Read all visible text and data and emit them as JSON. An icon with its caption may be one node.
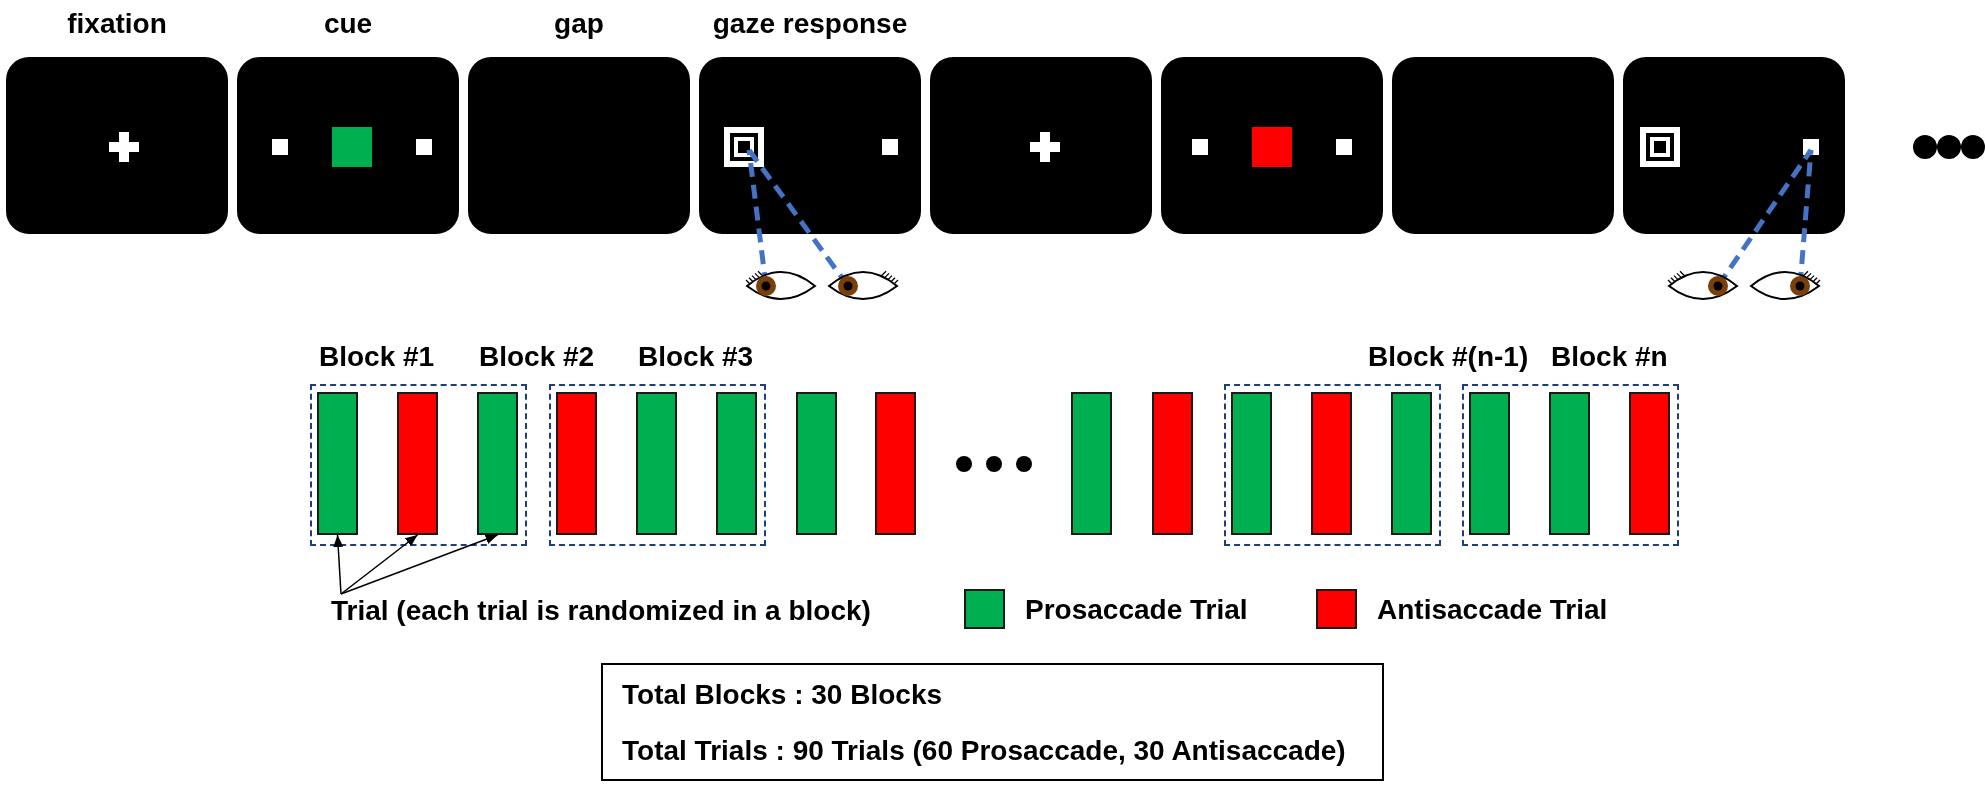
{
  "diagram": {
    "nodes": [
      {
        "text": [
          "fixation"
        ]
      },
      {
        "text": [
          "cue"
        ]
      },
      {
        "text": [
          "gap"
        ]
      },
      {
        "text": [
          "gaze response"
        ]
      },
      {
        "text": [],
        "shape": "box"
      },
      {
        "text": [],
        "shape": "box"
      },
      {
        "text": [],
        "shape": "box"
      },
      {
        "text": [],
        "shape": "box"
      },
      {
        "text": [],
        "shape": "box"
      },
      {
        "text": [],
        "shape": "bar",
        "in": 8
      },
      {
        "text": [],
        "shape": "bar",
        "in": 8
      },
      {
        "text": [],
        "shape": "bar",
        "in": 8
      },
      {
        "text": [],
        "shape": "box"
      },
      {
        "text": [],
        "shape": "bar",
        "in": 12
      },
      {
        "text": [],
        "shape": "bar",
        "in": 12
      },
      {
        "text": [],
        "shape": "bar",
        "in": 12
      },
      {
        "text": [],
        "shape": "bar"
      },
      {
        "text": [],
        "shape": "bar"
      },
      {
        "text": [],
        "shape": "bar"
      },
      {
        "text": [],
        "shape": "bar"
      },
      {
        "text": [],
        "shape": "box"
      },
      {
        "text": [],
        "shape": "bar",
        "in": 20
      },
      {
        "text": [],
        "shape": "bar",
        "in": 20
      },
      {
        "text": [],
        "shape": "bar",
        "in": 20
      },
      {
        "text": [],
        "shape": "box"
      },
      {
        "text": [],
        "shape": "bar",
        "in": 24
      },
      {
        "text": [],
        "shape": "bar",
        "in": 24
      },
      {
        "text": [],
        "shape": "bar",
        "in": 24
      },
      {
        "text": [
          "Trial (each trial is randomized in a block)"
        ]
      },
      {
        "text": [
          "Total Blocks : 30 Blocks",
          "Total Trials : 90 Trials (60 Prosaccade, 30 Antisaccade)"
        ]
      }
    ],
    "edges": [
      {
        "from": 28,
        "to": 9,
        "arrow": "to"
      },
      {
        "from": 28,
        "to": 10,
        "arrow": "to"
      },
      {
        "from": 28,
        "to": 11,
        "arrow": "to"
      }
    ],
    "labels": [
      "Block #1",
      "Block #2",
      "Block #3",
      "Block #(n-1)",
      "Block #n"
    ],
    "legend": [
      {
        "text": "Prosaccade Trial",
        "color": "#00b050"
      },
      {
        "text": "Antisaccade Trial",
        "color": "#ff0000"
      }
    ]
  }
}
